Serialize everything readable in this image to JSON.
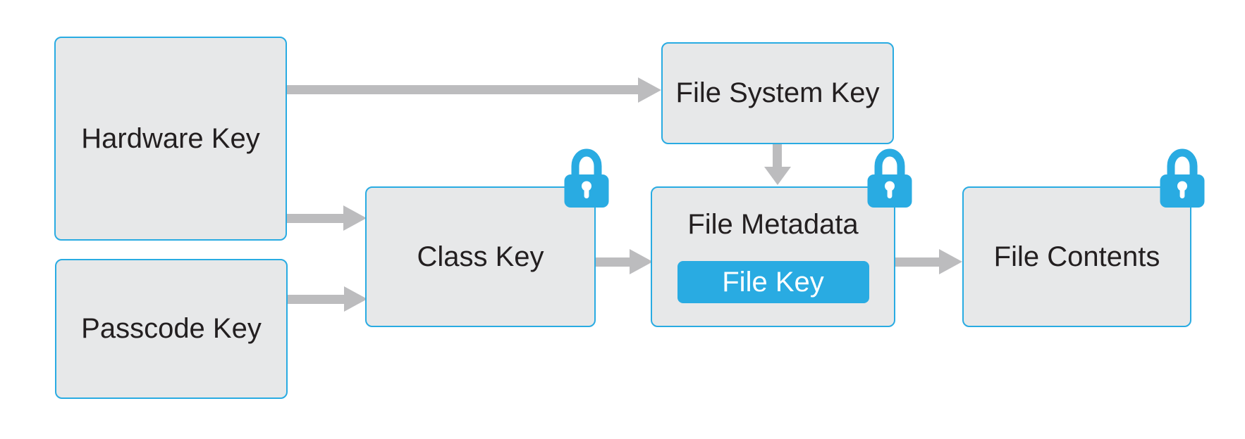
{
  "diagram": {
    "nodes": {
      "hardware_key": {
        "label": "Hardware Key",
        "locked": false
      },
      "passcode_key": {
        "label": "Passcode Key",
        "locked": false
      },
      "file_system_key": {
        "label": "File System Key",
        "locked": false
      },
      "class_key": {
        "label": "Class Key",
        "locked": true
      },
      "file_metadata": {
        "label": "File Metadata",
        "locked": true,
        "chip_label": "File Key"
      },
      "file_contents": {
        "label": "File Contents",
        "locked": true
      }
    },
    "edges": [
      {
        "from": "hardware_key",
        "to": "file_system_key"
      },
      {
        "from": "hardware_key",
        "to": "class_key"
      },
      {
        "from": "passcode_key",
        "to": "class_key"
      },
      {
        "from": "class_key",
        "to": "file_metadata"
      },
      {
        "from": "file_system_key",
        "to": "file_metadata"
      },
      {
        "from": "file_metadata",
        "to": "file_contents"
      }
    ],
    "icons": {
      "lock": "padlock-icon"
    },
    "colors": {
      "accent_blue": "#29abe2",
      "box_fill": "#e7e8e9",
      "box_border": "#29abe2",
      "arrow_gray": "#bcbcbe",
      "text_dark": "#231f20",
      "chip_text": "#ffffff",
      "background": "#ffffff"
    }
  }
}
